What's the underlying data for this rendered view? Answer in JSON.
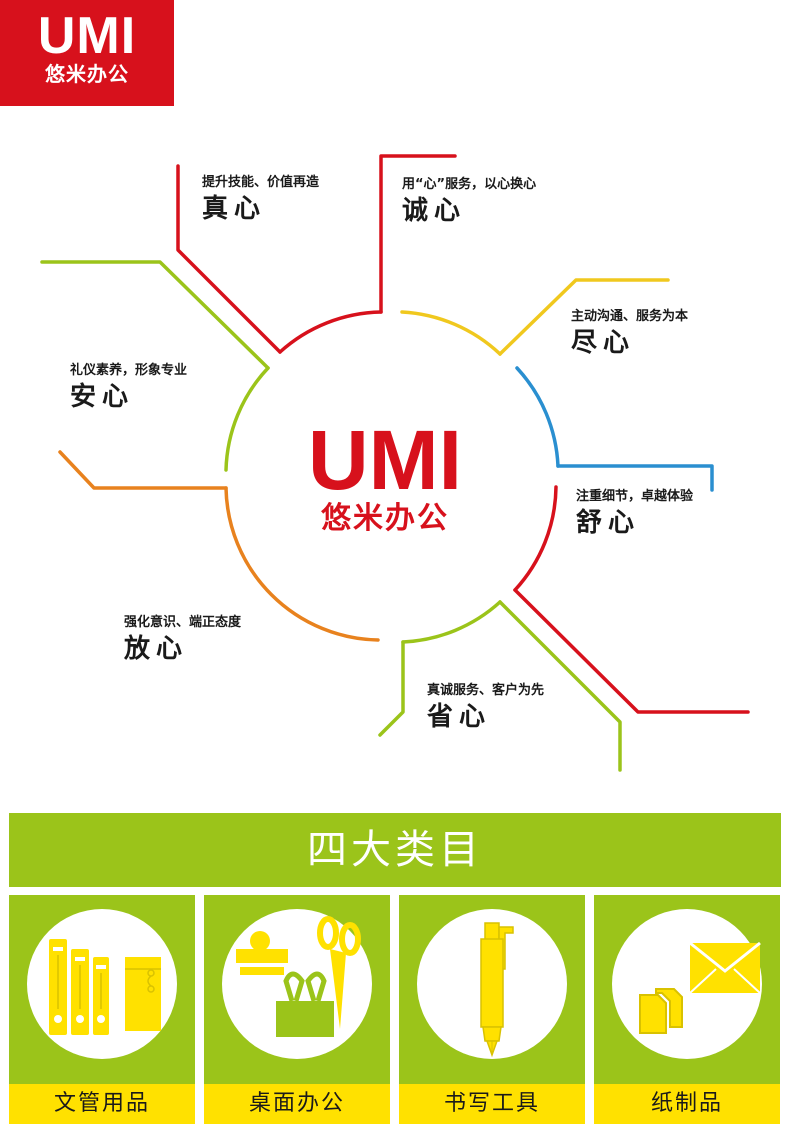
{
  "brand": {
    "logo_text": "UMI",
    "logo_cn": "悠米办公"
  },
  "center": {
    "logo_text": "UMI",
    "logo_cn": "悠米办公"
  },
  "colors": {
    "red": "#d7111c",
    "green": "#9bc41a",
    "yellow": "#ffe100",
    "orange": "#e8821e",
    "blue": "#2a8fd0",
    "line_yellow": "#f0c81e"
  },
  "values": [
    {
      "sub": "提升技能、价值再造",
      "main": "真心"
    },
    {
      "sub": "用“心”服务，以心换心",
      "main": "诚心"
    },
    {
      "sub": "主动沟通、服务为本",
      "main": "尽心"
    },
    {
      "sub": "注重细节，卓越体验",
      "main": "舒心"
    },
    {
      "sub": "真诚服务、客户为先",
      "main": "省心"
    },
    {
      "sub": "强化意识、端正态度",
      "main": "放心"
    },
    {
      "sub": "礼仪素养，形象专业",
      "main": "安心"
    }
  ],
  "categories_title": "四大类目",
  "categories": [
    {
      "label": "文管用品",
      "icon": "binder-files-icon"
    },
    {
      "label": "桌面办公",
      "icon": "clip-scissors-icon"
    },
    {
      "label": "书写工具",
      "icon": "pen-icon"
    },
    {
      "label": "纸制品",
      "icon": "envelope-paper-icon"
    }
  ]
}
